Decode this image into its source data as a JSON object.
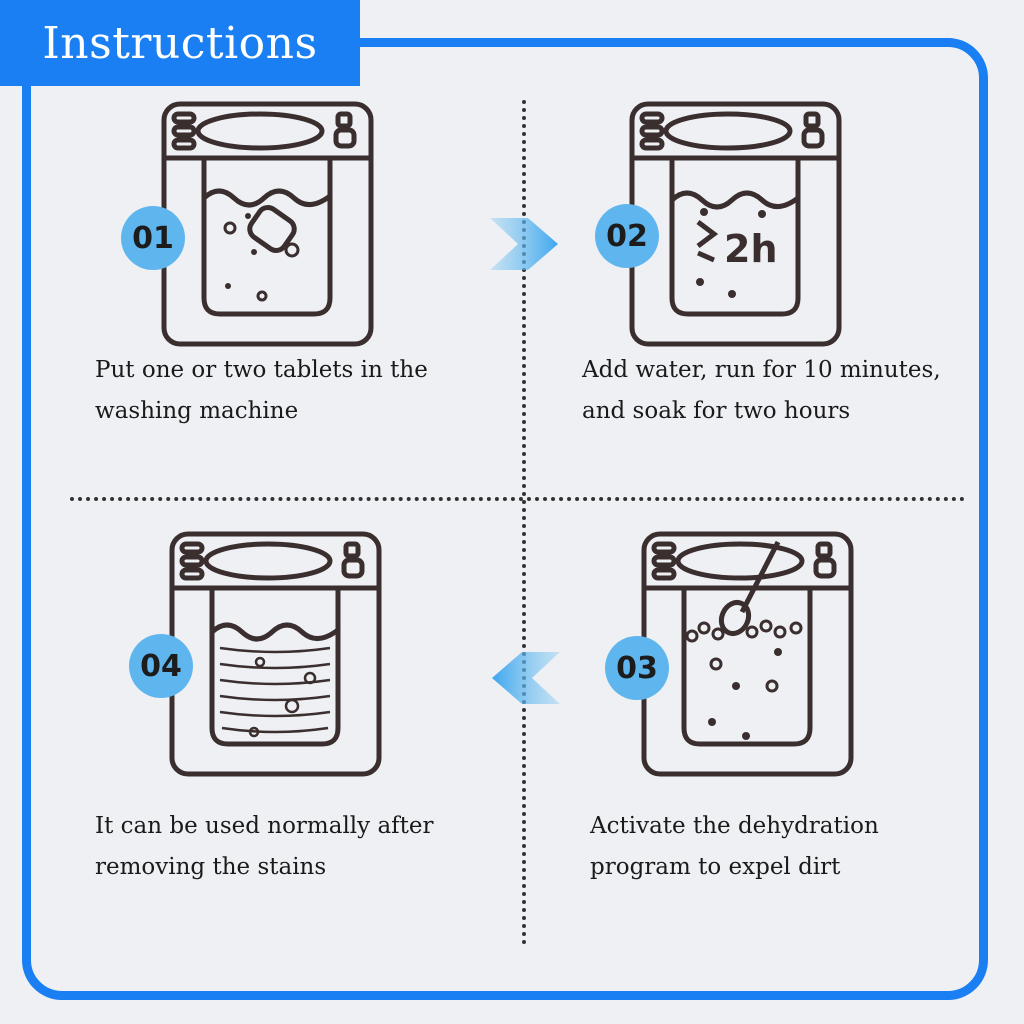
{
  "header": {
    "title": "Instructions"
  },
  "steps": [
    {
      "number": "01",
      "line1": "Put one or two tablets in the",
      "line2": "washing machine"
    },
    {
      "number": "02",
      "line1": "Add water, run for 10 minutes,",
      "line2": "and soak for two hours",
      "soak_label": "2h"
    },
    {
      "number": "03",
      "line1": "Activate the dehydration",
      "line2": "program to expel dirt"
    },
    {
      "number": "04",
      "line1": "It can be used normally after",
      "line2": "removing the stains"
    }
  ],
  "colors": {
    "accent": "#1a7ff2",
    "badge": "#5fb6ee",
    "arrow": "#7cc6f2"
  }
}
